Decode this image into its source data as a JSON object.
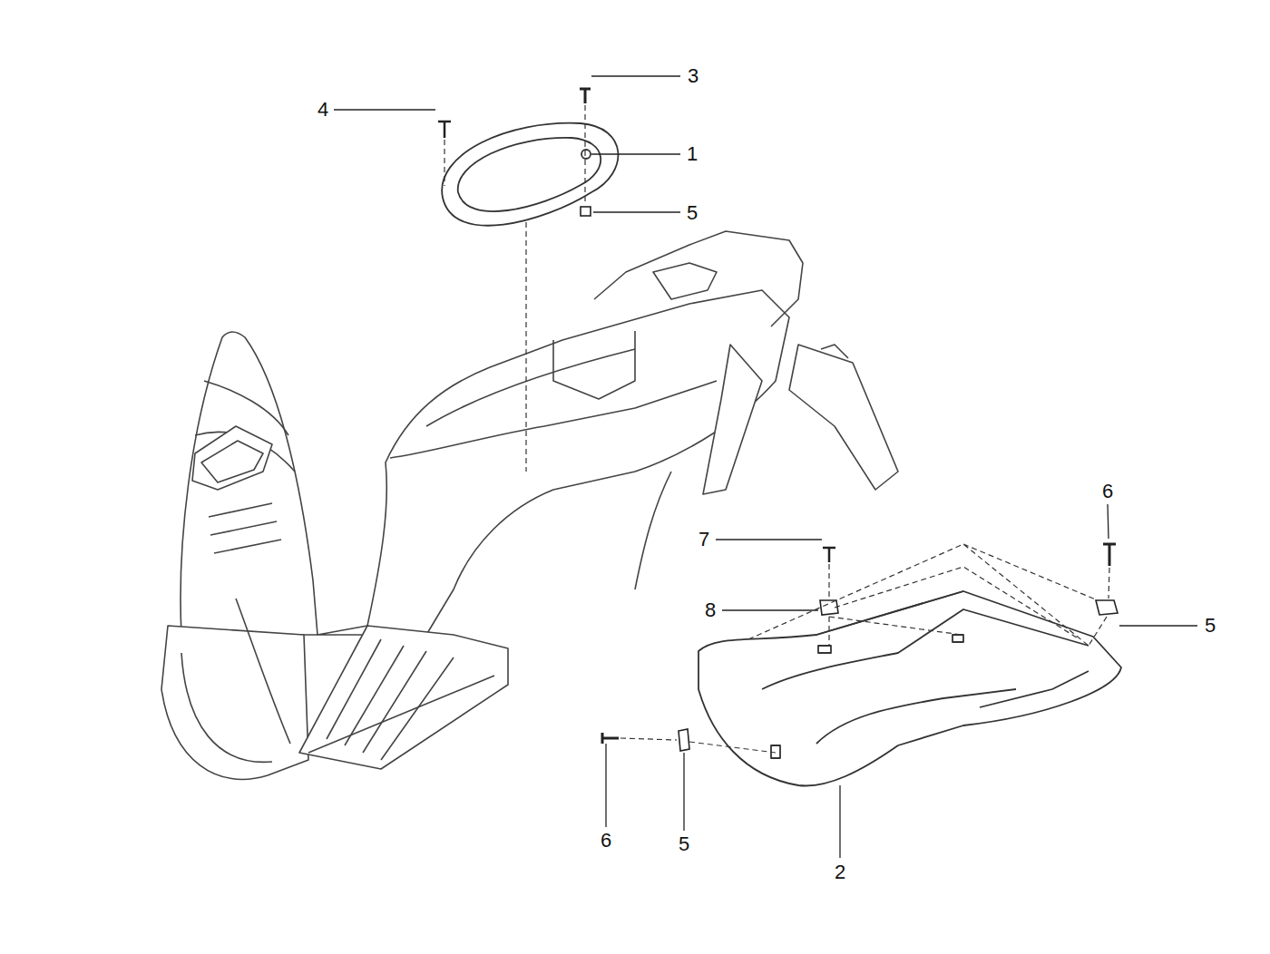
{
  "diagram": {
    "labels": [
      "4",
      "3",
      "1",
      "5",
      "6",
      "7",
      "8",
      "5",
      "6",
      "5",
      "2"
    ]
  }
}
